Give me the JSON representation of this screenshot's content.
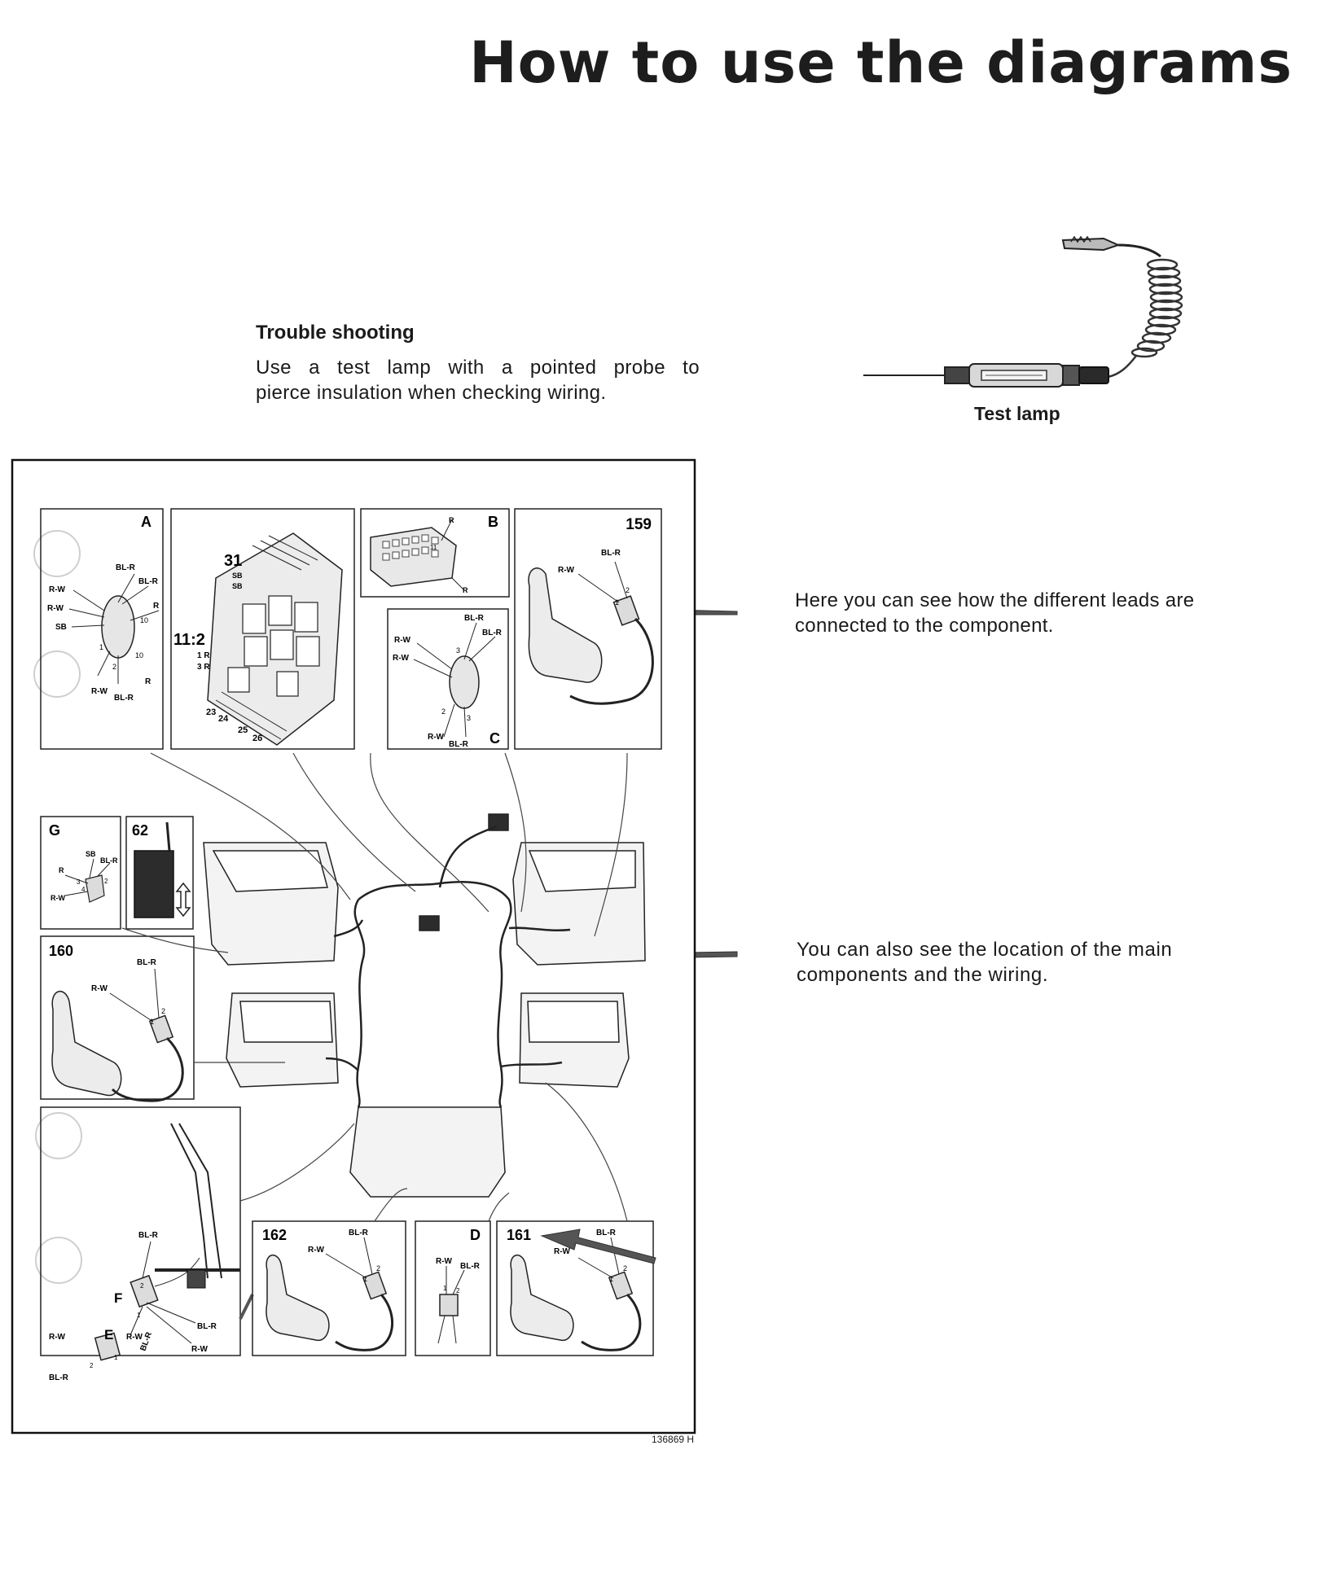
{
  "page": {
    "title": "How to use the diagrams"
  },
  "trouble_shooting": {
    "heading": "Trouble shooting",
    "line1": "Use a test lamp with a pointed probe to",
    "line2": "pierce insulation when checking wiring."
  },
  "test_lamp": {
    "caption": "Test lamp"
  },
  "notes": {
    "connections": "Here you can see how the different leads are connected to the component.",
    "location": "You can also see the location of the main components and the wiring."
  },
  "diagram": {
    "reference": "136869 H",
    "panels": {
      "A": "A",
      "B": "B",
      "C": "C",
      "D": "D",
      "E": "E",
      "F": "F",
      "G": "G",
      "p159": "159",
      "p160": "160",
      "p161": "161",
      "p162": "162",
      "p62": "62",
      "p31": "31",
      "p11_2": "11:2"
    },
    "wire_colors": {
      "bl_r": "BL-R",
      "r_w": "R-W",
      "sb": "SB",
      "r": "R"
    },
    "fuse_labels": {
      "one_r": "1 R",
      "three_r": "3 R",
      "n23": "23",
      "n24": "24",
      "n25": "25",
      "n26": "26"
    },
    "pin_numbers": {
      "n1": "1",
      "n2": "2",
      "n3": "3",
      "n4": "4",
      "n10": "10",
      "n11": "11"
    }
  }
}
